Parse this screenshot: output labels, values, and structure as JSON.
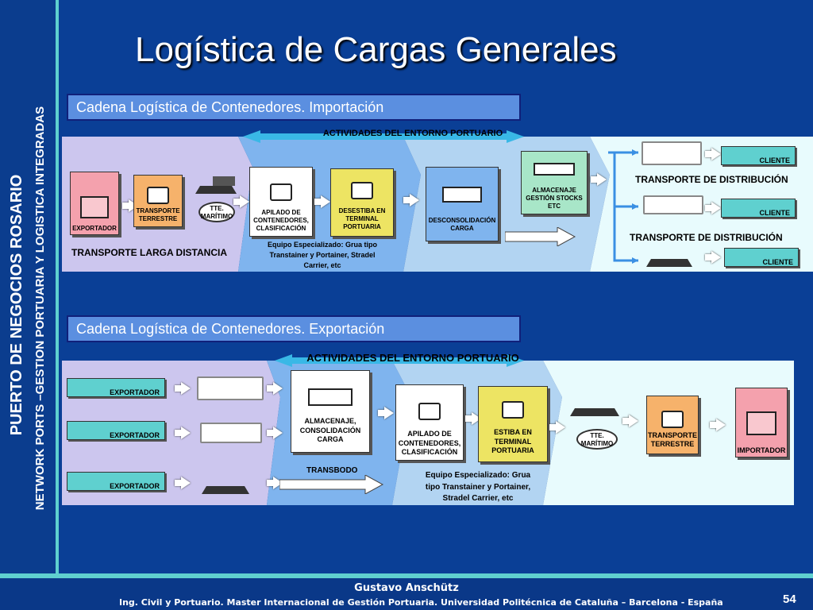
{
  "sidebar": {
    "line1": "PUERTO DE NEGOCIOS ROSARIO",
    "line2": "NETWORK PORTS –GESTION PORTUARIA Y LOGISTICA INTEGRADAS"
  },
  "title": "Logística de Cargas Generales",
  "import": {
    "header": "Cadena Logística de Contenedores. Importación",
    "entorno": "ACTIVIDADES DEL ENTORNO PORTUARIO",
    "exportador": "EXPORTADOR",
    "transporte_terrestre": "TRANSPORTE TERRESTRE",
    "tte_maritimo": "TTE. MARÍTIMO",
    "apilado": "APILADO DE CONTENEDORES, CLASIFICACIÓN",
    "desestiba": "DESESTIBA EN TERMINAL PORTUARIA",
    "desconsolidacion": "DESCONSOLIDACIÓN CARGA",
    "almacenaje": "ALMACENAJE GESTIÓN STOCKS ETC",
    "larga": "TRANSPORTE LARGA DISTANCIA",
    "equipo": "Equipo Especializado:  Grua tipo Transtainer y Portainer, Stradel Carrier, etc",
    "distribucion1": "TRANSPORTE DE DISTRIBUCIÓN",
    "distribucion2": "TRANSPORTE DE DISTRIBUCIÓN",
    "cliente1": "CLIENTE",
    "cliente2": "CLIENTE",
    "cliente3": "CLIENTE"
  },
  "export": {
    "header": "Cadena Logística de Contenedores. Exportación",
    "entorno": "ACTIVIDADES DEL ENTORNO PORTUARIO",
    "exportador1": "EXPORTADOR",
    "exportador2": "EXPORTADOR",
    "exportador3": "EXPORTADOR",
    "almacenaje": "ALMACENAJE, CONSOLIDACIÓN CARGA",
    "transbodo": "TRANSBODO",
    "apilado": "APILADO DE CONTENEDORES, CLASIFICACIÓN",
    "estiba": "ESTIBA EN TERMINAL PORTUARIA",
    "tte_maritimo": "TTE. MARÍTIMO",
    "transporte_terrestre": "TRANSPORTE TERRESTRE",
    "importador": "IMPORTADOR",
    "equipo": "Equipo Especializado:  Grua tipo Transtainer y Portainer, Stradel Carrier, etc"
  },
  "footer": {
    "author": "Gustavo Anschütz",
    "affiliation": "Ing. Civil y Portuario. Master Internacional de Gestión Portuaria. Universidad Politécnica de Cataluña – Barcelona  - España",
    "page": "54"
  }
}
